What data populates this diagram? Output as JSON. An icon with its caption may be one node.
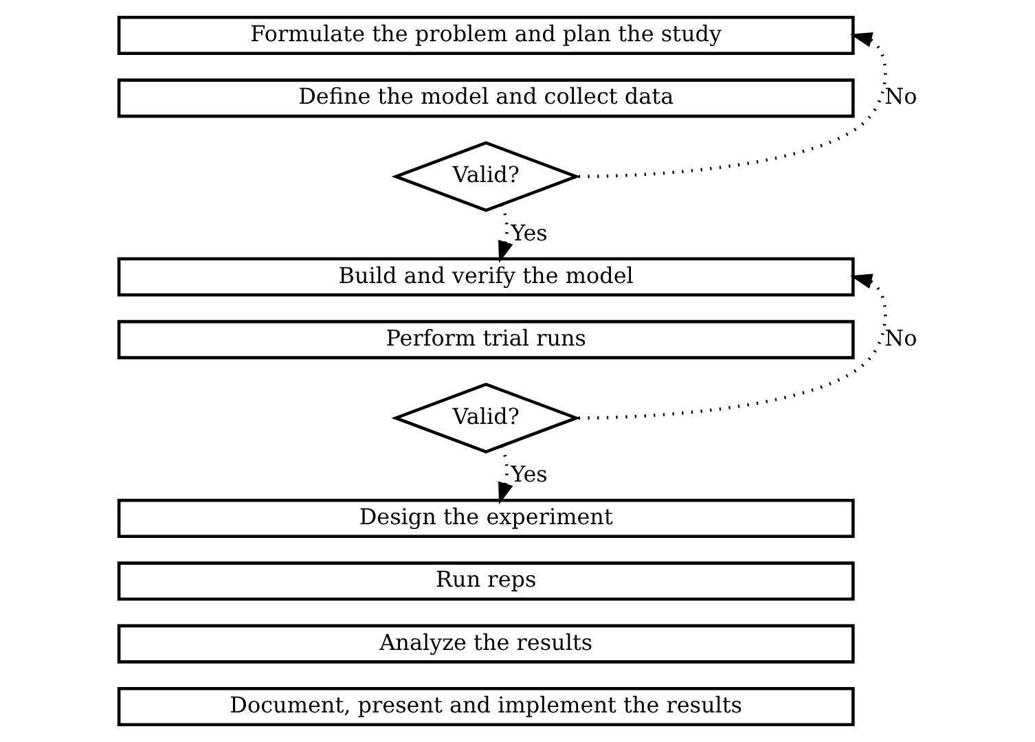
{
  "diagram": {
    "nodes": [
      {
        "text": [
          "Formulate the problem and plan the study"
        ]
      },
      {
        "text": [
          "Define the model and collect data"
        ]
      },
      {
        "text": [
          "Valid?"
        ]
      },
      {
        "text": [
          "Build and verify the model"
        ]
      },
      {
        "text": [
          "Perform trial runs"
        ]
      },
      {
        "text": [
          "Valid?"
        ]
      },
      {
        "text": [
          "Design the experiment"
        ]
      },
      {
        "text": [
          "Run reps"
        ]
      },
      {
        "text": [
          "Analyze the results"
        ]
      },
      {
        "text": [
          "Document, present and implement the results"
        ]
      }
    ],
    "edges": [
      {
        "from": 2,
        "to": 0,
        "arrow": "to",
        "label": "No",
        "style": "dashed"
      },
      {
        "from": 2,
        "to": 3,
        "arrow": "to",
        "label": "Yes",
        "style": "dashed"
      },
      {
        "from": 5,
        "to": 3,
        "arrow": "to",
        "label": "No",
        "style": "dashed"
      },
      {
        "from": 5,
        "to": 6,
        "arrow": "to",
        "label": "Yes",
        "style": "dashed"
      }
    ]
  }
}
